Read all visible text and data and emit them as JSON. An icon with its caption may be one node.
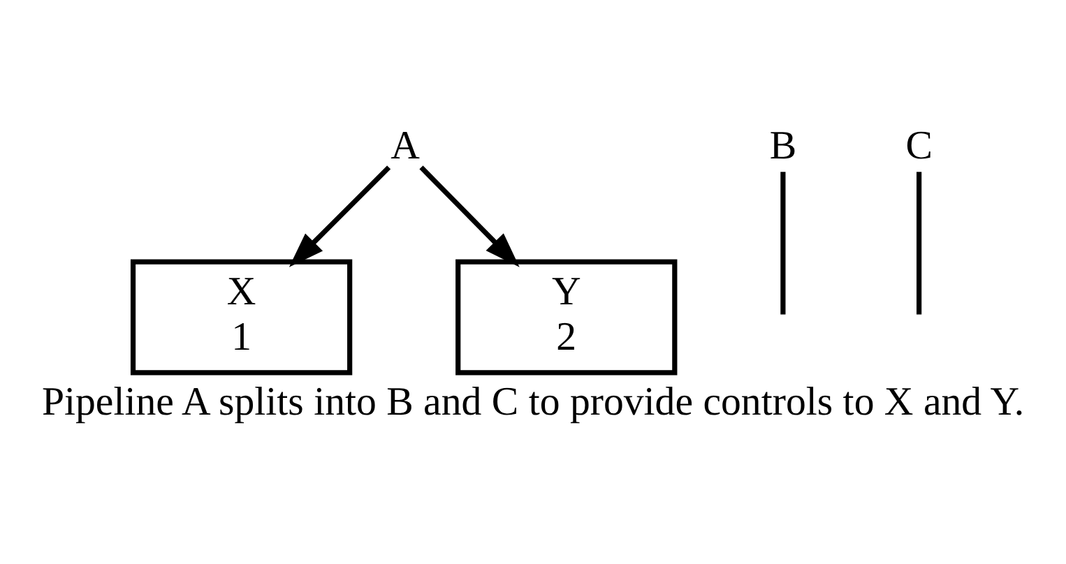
{
  "diagram": {
    "caption": "Pipeline A splits into B and C to provide controls to X and Y.",
    "nodes": [
      {
        "text": [
          "A"
        ]
      },
      {
        "text": [
          "B"
        ]
      },
      {
        "text": [
          "X",
          "1"
        ]
      },
      {
        "text": [
          "C"
        ]
      },
      {
        "text": [
          "Y",
          "2"
        ]
      }
    ],
    "edges": [
      {
        "from": 0,
        "to": 2,
        "arrow": "to"
      },
      {
        "from": 0,
        "to": 4,
        "arrow": "to"
      },
      {
        "from": 1,
        "to": null,
        "arrow": "none"
      },
      {
        "from": 3,
        "to": null,
        "arrow": "none"
      }
    ]
  }
}
